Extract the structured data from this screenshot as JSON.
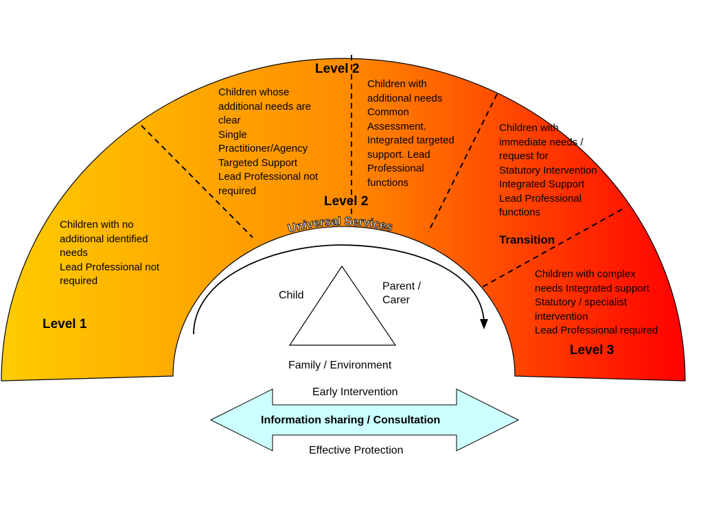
{
  "levels": {
    "level1": "Level 1",
    "level2_top": "Level 2",
    "level2_inner": "Level 2",
    "level3": "Level 3",
    "transition": "Transition"
  },
  "segments": {
    "level1_desc": "Children with no\nadditional identified\nneeds\nLead Professional not\nrequired",
    "level2a_desc": "Children whose\nadditional needs are\nclear\nSingle\nPractitioner/Agency\nTargeted Support\nLead Professional not\nrequired",
    "level2b_desc": "Children with\nadditional needs\nCommon\nAssessment.\nIntegrated targeted\nsupport. Lead\nProfessional\nfunctions",
    "level3a_desc": "Children with\nimmediate needs /\nrequest for\nStatutory Intervention\nIntegrated Support\nLead Professional\nfunctions",
    "level3b_desc": "Children with complex\nneeds Integrated support\nStatutory / specialist\nintervention\nLead Professional required"
  },
  "universal_services": "Universal Services",
  "triangle": {
    "child": "Child",
    "parent": "Parent /\nCarer",
    "family": "Family / Environment"
  },
  "arrow": {
    "top": "Early Intervention",
    "middle": "Information sharing / Consultation",
    "bottom": "Effective Protection"
  },
  "colors": {
    "arc_left": "#FFCC00",
    "arc_mid": "#FF8000",
    "arc_right": "#FF0000",
    "arrow_fill": "#CCFFFF"
  }
}
